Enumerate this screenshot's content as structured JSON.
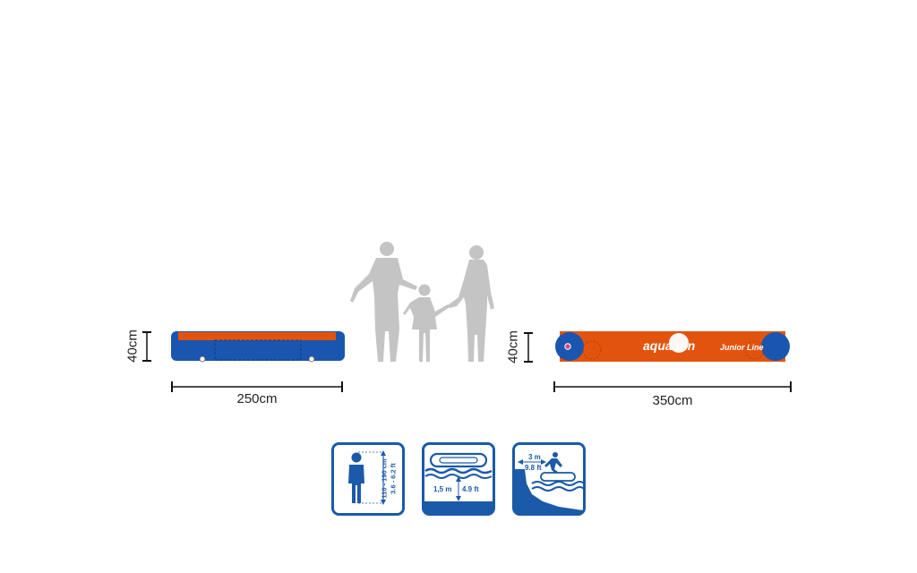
{
  "left_product": {
    "height_label": "40cm",
    "width_label": "250cm"
  },
  "right_product": {
    "height_label": "40cm",
    "width_label": "350cm",
    "brand_logo_text": "aqua fun",
    "line_text": "Junior Line"
  },
  "icons": {
    "height": {
      "range_cm": "110 - 190 cm",
      "range_ft": "3.6 - 6.2 ft"
    },
    "depth": {
      "metric": "1,5 m",
      "imperial": "4.9 ft"
    },
    "distance": {
      "metric": "3 m",
      "imperial": "9.8 ft"
    }
  },
  "colors": {
    "blue": "#1a56b0",
    "orange": "#e2540e",
    "icon_blue": "#1b5aa8",
    "silhouette": "#c4c4c4"
  }
}
